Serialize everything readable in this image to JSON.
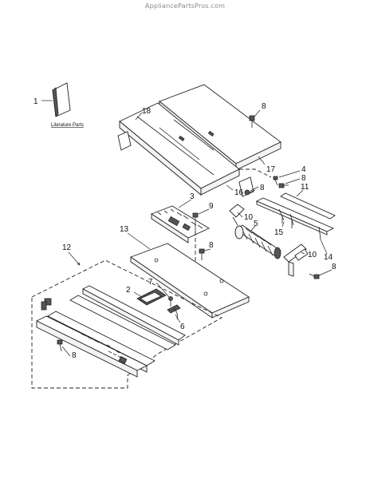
{
  "watermark": "AppliancePartsPros.com",
  "literature_caption": "Literature Parts",
  "callouts": {
    "c1": "1",
    "c2": "2",
    "c3": "3",
    "c4": "4",
    "c5": "5",
    "c6": "6",
    "c7": "7",
    "c8a": "8",
    "c8b": "8",
    "c8c": "8",
    "c8d": "8",
    "c8e": "8",
    "c8f": "8",
    "c9": "9",
    "c10a": "10",
    "c10b": "10",
    "c11": "11",
    "c12": "12",
    "c13": "13",
    "c14": "14",
    "c15": "15",
    "c16": "16",
    "c17": "17",
    "c18": "18"
  }
}
